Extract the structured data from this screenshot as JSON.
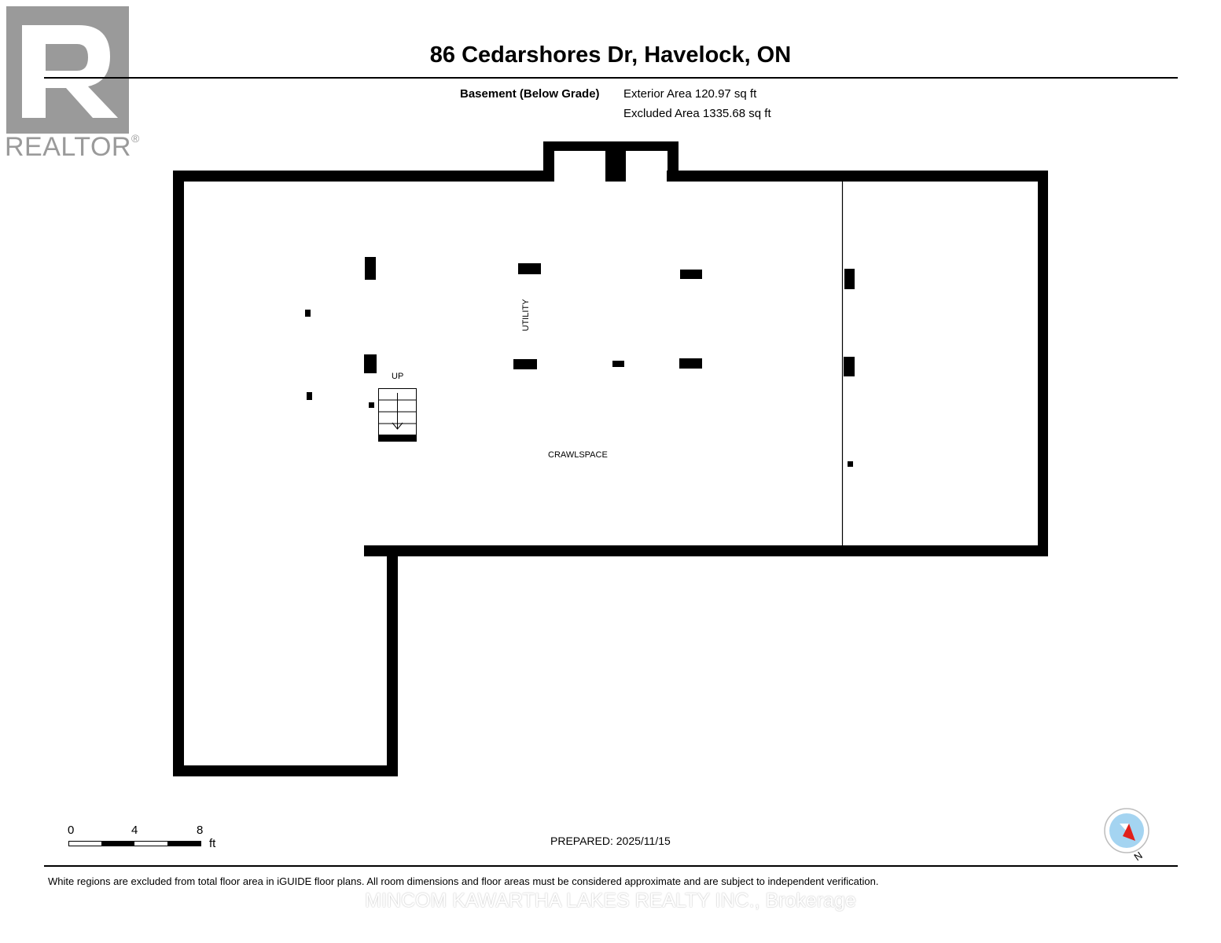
{
  "header": {
    "title": "86 Cedarshores Dr, Havelock, ON",
    "level_name": "Basement (Below Grade)",
    "exterior_area": "Exterior Area 120.97 sq ft",
    "excluded_area": "Excluded Area 1335.68 sq ft"
  },
  "logo": {
    "text": "REALTOR",
    "mark": "®"
  },
  "rooms": {
    "utility": "UTILITY",
    "crawlspace": "CRAWLSPACE",
    "stairs_direction": "UP"
  },
  "scale": {
    "labels": [
      "0",
      "4",
      "8"
    ],
    "unit": "ft"
  },
  "prepared": "PREPARED: 2025/11/15",
  "compass": {
    "label": "N"
  },
  "footer": {
    "disclaimer": "White regions are excluded from total floor area in iGUIDE floor plans. All room dimensions and floor areas must be considered approximate and are subject to independent verification.",
    "watermark": "MINCOM KAWARTHA LAKES REALTY INC., Brokerage"
  },
  "colors": {
    "wall": "#000000",
    "logo": "#9a9a9a",
    "compass_needle": "#e0201b",
    "compass_ring": "#5ab0e6"
  }
}
